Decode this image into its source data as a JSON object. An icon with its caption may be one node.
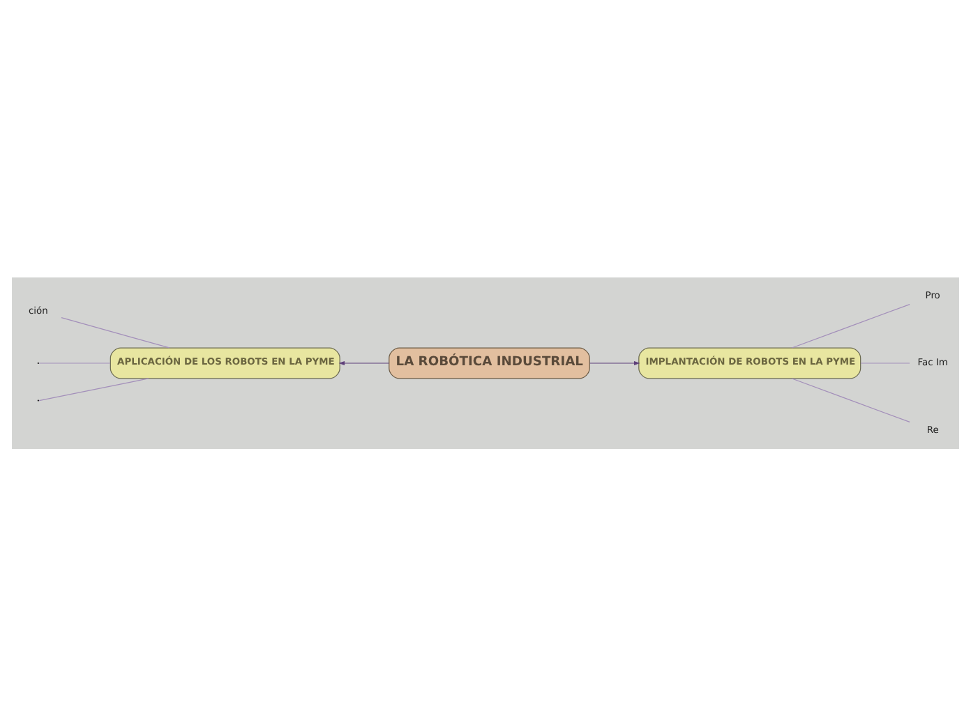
{
  "diagram": {
    "nodes": [
      {
        "text": [
          "LA ROBÓTICA INDUSTRIAL"
        ]
      },
      {
        "text": [
          "APLICACIÓN DE LOS ROBOTS EN LA PYME"
        ]
      },
      {
        "text": [
          "IMPLANTACIÓN DE ROBOTS EN LA PYME"
        ]
      },
      {
        "text": [
          "Pro"
        ]
      },
      {
        "text": [
          "Fac Im"
        ]
      },
      {
        "text": [
          "Re"
        ]
      },
      {
        "text": [
          "ción"
        ]
      }
    ],
    "edges": [
      {
        "from": 0,
        "to": 1,
        "arrow": "to",
        "color": "#5e3f7a"
      },
      {
        "from": 0,
        "to": 2,
        "arrow": "to",
        "color": "#5e3f7a"
      },
      {
        "from": 2,
        "to": 3,
        "arrow": "none"
      },
      {
        "from": 2,
        "to": 4,
        "arrow": "none"
      },
      {
        "from": 2,
        "to": 5,
        "arrow": "none"
      },
      {
        "from": 1,
        "to": null,
        "arrow": "none"
      },
      {
        "from": 1,
        "to": null,
        "arrow": "none"
      },
      {
        "from": 1,
        "to": 6,
        "arrow": "none"
      }
    ]
  }
}
